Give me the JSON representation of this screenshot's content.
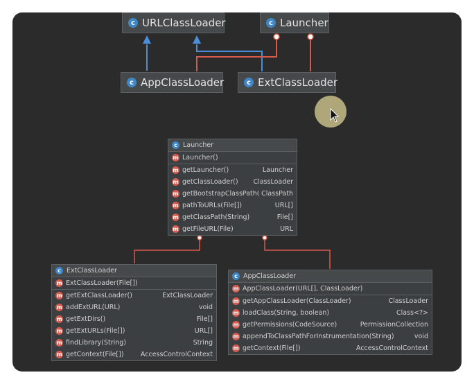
{
  "top_diagram": {
    "nodes": {
      "url_class_loader": "URLClassLoader",
      "launcher": "Launcher",
      "app_class_loader": "AppClassLoader",
      "ext_class_loader": "ExtClassLoader"
    }
  },
  "launcher_class": {
    "name": "Launcher",
    "constructor": "Launcher()",
    "methods": [
      {
        "name": "getLauncher()",
        "type": "Launcher"
      },
      {
        "name": "getClassLoader()",
        "type": "ClassLoader"
      },
      {
        "name": "getBootstrapClassPath()",
        "type": "ClassPath"
      },
      {
        "name": "pathToURLs(File[])",
        "type": "URL[]"
      },
      {
        "name": "getClassPath(String)",
        "type": "File[]"
      },
      {
        "name": "getFileURL(File)",
        "type": "URL"
      }
    ]
  },
  "ext_class": {
    "name": "ExtClassLoader",
    "constructor": "ExtClassLoader(File[])",
    "methods": [
      {
        "name": "getExtClassLoader()",
        "type": "ExtClassLoader"
      },
      {
        "name": "addExtURL(URL)",
        "type": "void"
      },
      {
        "name": "getExtDirs()",
        "type": "File[]"
      },
      {
        "name": "getExtURLs(File[])",
        "type": "URL[]"
      },
      {
        "name": "findLibrary(String)",
        "type": "String"
      },
      {
        "name": "getContext(File[])",
        "type": "AccessControlContext"
      }
    ]
  },
  "app_class": {
    "name": "AppClassLoader",
    "constructor": "AppClassLoader(URL[], ClassLoader)",
    "methods": [
      {
        "name": "getAppClassLoader(ClassLoader)",
        "type": "ClassLoader"
      },
      {
        "name": "loadClass(String, boolean)",
        "type": "Class<?>"
      },
      {
        "name": "getPermissions(CodeSource)",
        "type": "PermissionCollection"
      },
      {
        "name": "appendToClassPathForInstrumentation(String)",
        "type": "void"
      },
      {
        "name": "getContext(File[])",
        "type": "AccessControlContext"
      }
    ]
  },
  "icons": {
    "class": "class-icon",
    "method": "method-icon",
    "cursor": "mouse-cursor-icon"
  },
  "colors": {
    "background": "#2b2b2b",
    "inheritance_line": "#4a8fd8",
    "inner_class_line": "#d95a4a",
    "class_icon": "#3f86c6",
    "method_icon": "#d45b4f"
  }
}
